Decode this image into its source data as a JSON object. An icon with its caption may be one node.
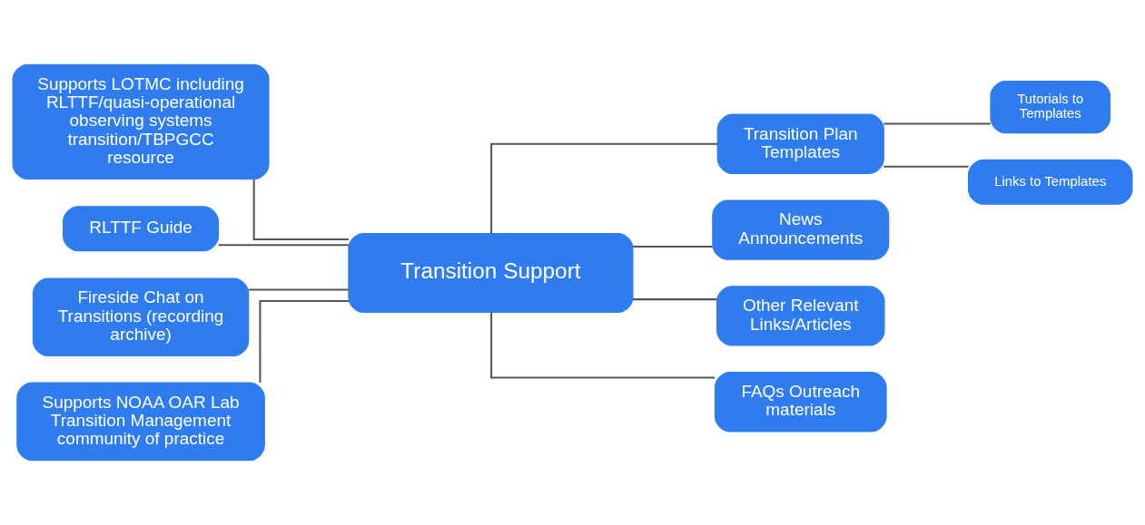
{
  "diagram": {
    "nodes": [
      {
        "text": [
          "Transition Support"
        ]
      },
      {
        "text": [
          "Supports LOTMC including RLTTF/quasi-operational observing systems transition/TBPGCC resource"
        ]
      },
      {
        "text": [
          "RLTTF Guide"
        ]
      },
      {
        "text": [
          "Fireside Chat on Transitions (recording archive)"
        ]
      },
      {
        "text": [
          "Supports NOAA OAR Lab Transition Management community of practice"
        ]
      },
      {
        "text": [
          "Transition Plan Templates"
        ]
      },
      {
        "text": [
          "Tutorials to Templates"
        ]
      },
      {
        "text": [
          "Links to Templates"
        ]
      },
      {
        "text": [
          "News Announcements"
        ]
      },
      {
        "text": [
          "Other Relevant Links/Articles"
        ]
      },
      {
        "text": [
          "FAQs Outreach materials"
        ]
      }
    ],
    "edges": [
      {
        "from": 0,
        "to": 1,
        "arrow": "none"
      },
      {
        "from": 0,
        "to": 2,
        "arrow": "none"
      },
      {
        "from": 0,
        "to": 3,
        "arrow": "none"
      },
      {
        "from": 0,
        "to": 4,
        "arrow": "none"
      },
      {
        "from": 0,
        "to": 5,
        "arrow": "none"
      },
      {
        "from": 5,
        "to": 6,
        "arrow": "none"
      },
      {
        "from": 5,
        "to": 7,
        "arrow": "none"
      },
      {
        "from": 0,
        "to": 8,
        "arrow": "none"
      },
      {
        "from": 0,
        "to": 9,
        "arrow": "none"
      },
      {
        "from": 0,
        "to": 10,
        "arrow": "none"
      }
    ]
  }
}
